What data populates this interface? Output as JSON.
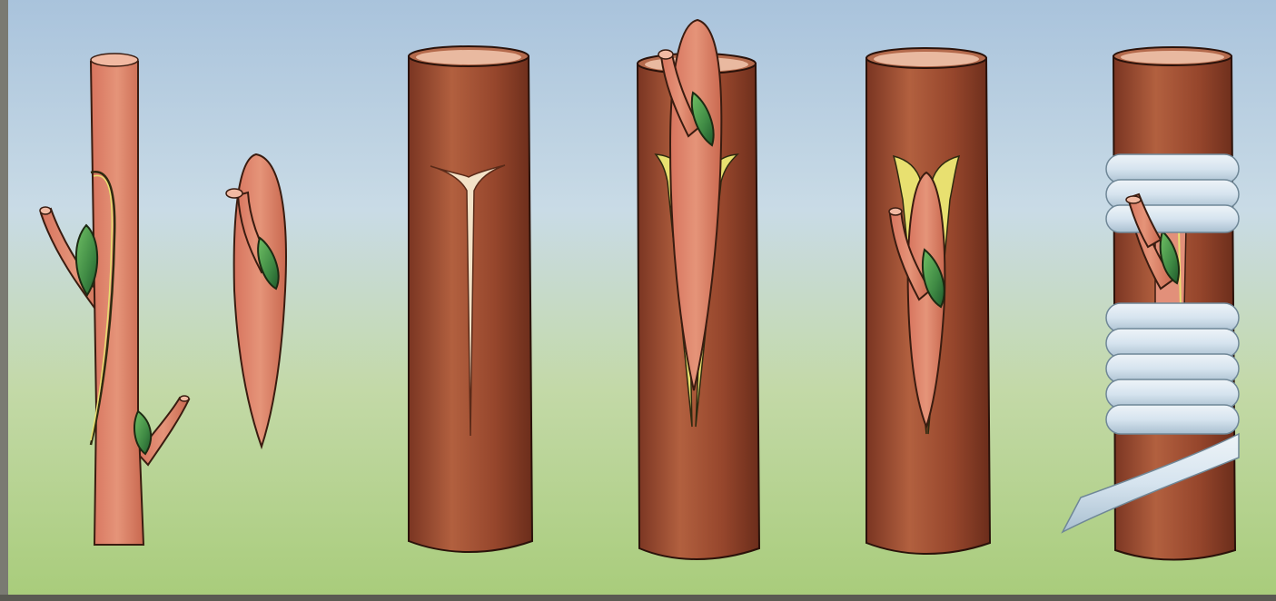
{
  "figure": {
    "steps": [
      {
        "id": "budwood-branch",
        "bud_color": "#3f8a44"
      },
      {
        "id": "bud-shield",
        "bud_color": "#3f8a44"
      },
      {
        "id": "t-cut-rootstock"
      },
      {
        "id": "shield-insertion",
        "bud_color": "#3f8a44"
      },
      {
        "id": "inserted-bud",
        "bud_color": "#3f8a44"
      },
      {
        "id": "wrapped-graft",
        "bud_color": "#3f8a44",
        "tape_color": "#d6e4ef"
      }
    ],
    "colors": {
      "sky_top": "#a9c3dc",
      "background_bottom": "#a8cc7a",
      "bark": "#9a4a30",
      "bark_dark": "#6e2f1c",
      "inner_wood": "#e2907a",
      "cambium": "#e8e070",
      "bud": "#3f8a44",
      "tape": "#d6e4ef",
      "outline": "#3a1c10"
    }
  }
}
